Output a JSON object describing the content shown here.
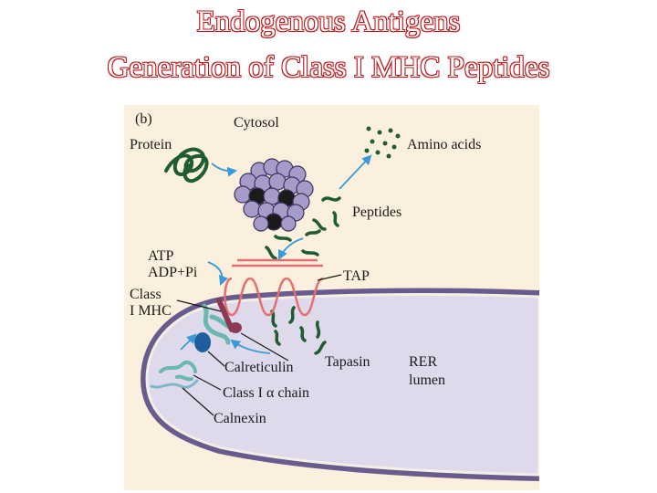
{
  "title": {
    "line1": "Endogenous Antigens",
    "line2": "Generation of Class I MHC  Peptides"
  },
  "figure": {
    "panel_label": "(b)",
    "labels": {
      "cytosol": "Cytosol",
      "protein": "Protein",
      "amino_acids": "Amino acids",
      "peptides": "Peptides",
      "atp": "ATP",
      "adp": "ADP+Pi",
      "tap": "TAP",
      "class_i_mhc_line1": "Class",
      "class_i_mhc_line2": "I MHC",
      "tapasin": "Tapasin",
      "rer_line1": "RER",
      "rer_line2": "lumen",
      "calreticulin": "Calreticulin",
      "class_i_alpha": "Class I α chain",
      "calnexin": "Calnexin"
    },
    "colors": {
      "background": "#fbefdd",
      "lumen": "#dedaec",
      "membrane": "#6a5b8e",
      "peptide": "#1f5c32",
      "proteasome": "#a79bc9",
      "tap": "#e46f6f",
      "arrow": "#3a9ad9",
      "mhc": "#6bb7b2",
      "tapasin": "#8a3a55",
      "calreticulin": "#1f5e9e",
      "title": "#c0171b"
    }
  }
}
